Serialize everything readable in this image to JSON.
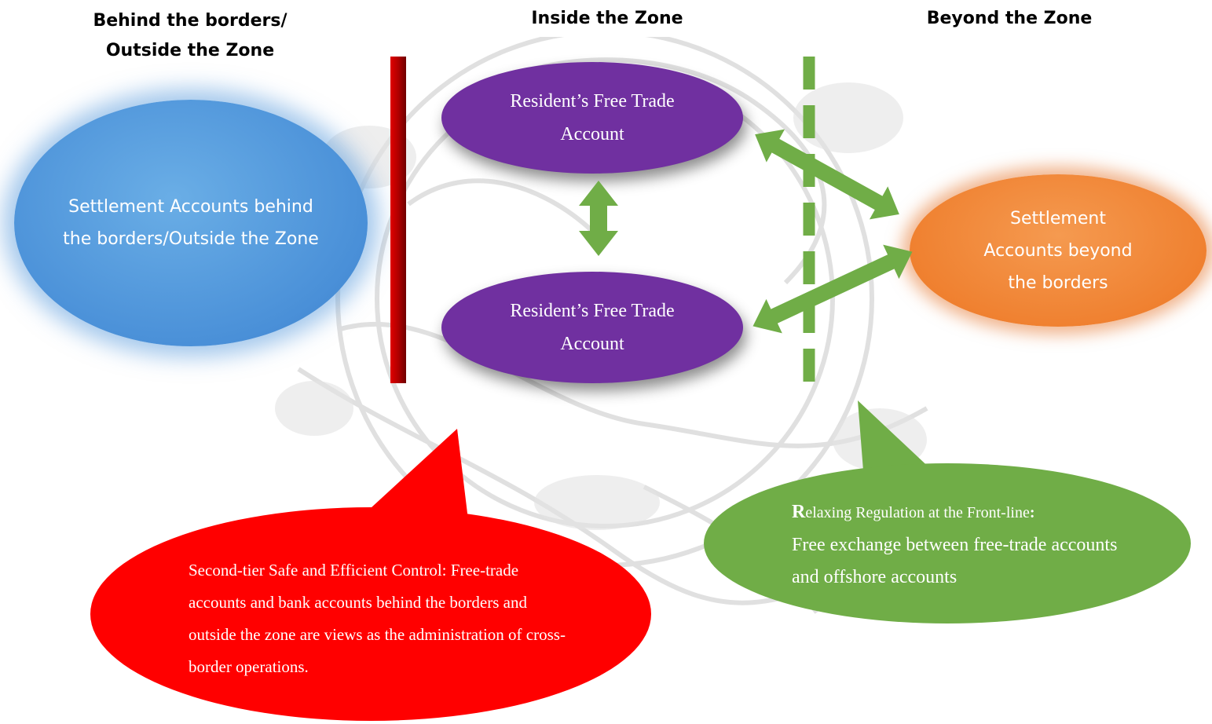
{
  "headers": {
    "left": "Behind the borders/ Outside the Zone",
    "middle": "Inside the Zone",
    "right": "Beyond the Zone"
  },
  "nodes": {
    "behind_borders": "Settlement Accounts behind the borders/Outside the Zone",
    "free_trade_account_top": "Resident’s Free Trade Account",
    "free_trade_account_bottom": "Resident’s Free Trade Account",
    "beyond_borders": "Settlement Accounts beyond the borders"
  },
  "callouts": {
    "second_tier": "Second-tier Safe and Efficient Control: Free-trade accounts and bank accounts behind the borders and outside the zone are views as the administration of cross-border operations.",
    "front_line_initial": "R",
    "front_line_title": "elaxing Regulation at the Front-line",
    "front_line_colon": ":",
    "front_line_body": "Free exchange between free-trade accounts and offshore accounts"
  },
  "colors": {
    "blue_node": "#4a90d8",
    "orange_node": "#ef7f2e",
    "purple_node": "#7030a0",
    "red_callout": "#ff0000",
    "green_callout": "#70ad47",
    "arrow_green": "#70ad47",
    "border_line_red": "#c00000",
    "zone_line_green": "#70ad47"
  }
}
